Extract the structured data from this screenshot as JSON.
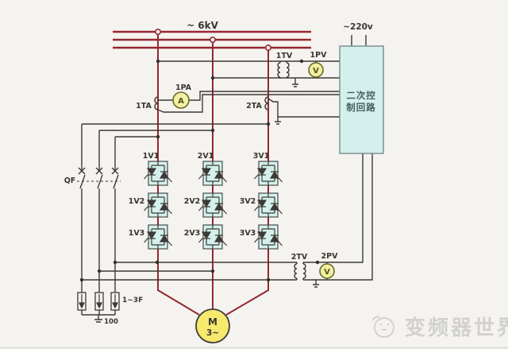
{
  "diagram": {
    "bus_label": "~ 6kV",
    "control_supply_label": "~220v",
    "control_box_line1": "二次控",
    "control_box_line2": "制回路",
    "pt1_label": "1TV",
    "pv1_label": "1PV",
    "pv1_symbol": "V",
    "pa1_label": "1PA",
    "pa1_symbol": "A",
    "ta1_label": "1TA",
    "ta2_label": "2TA",
    "qf_label": "QF",
    "thyristor_labels": [
      "1V1",
      "2V1",
      "3V1",
      "1V2",
      "2V2",
      "3V2",
      "1V3",
      "2V3",
      "3V3"
    ],
    "arrester_label": "1~3F",
    "arrester_ground_label": "100",
    "pt2_label": "2TV",
    "pv2_label": "2PV",
    "pv2_symbol": "V",
    "motor_label": "M",
    "motor_phase_label": "3~",
    "watermark_text": "变频器世界"
  },
  "colors": {
    "background": "#f4f3f0",
    "primary_line": "#962731",
    "secondary_line": "#3d3a36",
    "component_fill": "#d3f0ec",
    "meter_fill": "#f1efa3",
    "motor_fill": "#f6e96e",
    "watermark": "#d2d1ce",
    "label_text": "#3a352e"
  }
}
